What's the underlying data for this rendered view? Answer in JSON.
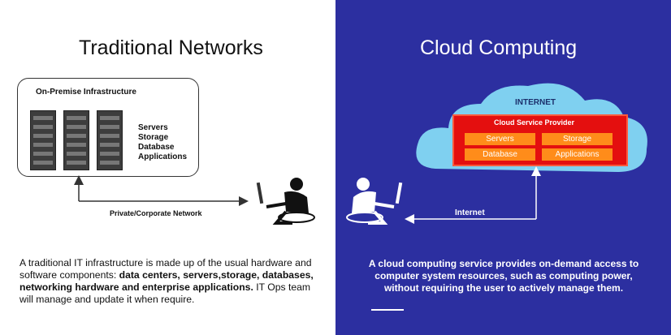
{
  "left": {
    "title": "Traditional Networks",
    "infrastructure_label": "On-Premise Infrastructure",
    "components": [
      "Servers",
      "Storage",
      "Database",
      "Applications"
    ],
    "network_label": "Private/Corporate Network",
    "description_intro": "A traditional IT infrastructure is made up of the usual hardware and software components: ",
    "description_bold": "data centers, servers,storage, databases, networking hardware and enterprise applications.",
    "description_outro": " IT Ops team will manage and update it when require."
  },
  "right": {
    "title": "Cloud Computing",
    "cloud_label": "INTERNET",
    "provider_title": "Cloud Service Provider",
    "services": [
      "Servers",
      "Storage",
      "Database",
      "Applications"
    ],
    "connection_label": "Internet",
    "description": "A cloud computing service provides on-demand access to computer system resources, such as computing power, without requiring the user to actively manage them."
  },
  "colors": {
    "right_background": "#2c2fa0",
    "cloud": "#7fd0f0",
    "provider": "#e40f0f",
    "service_box": "#ff8c1a"
  }
}
